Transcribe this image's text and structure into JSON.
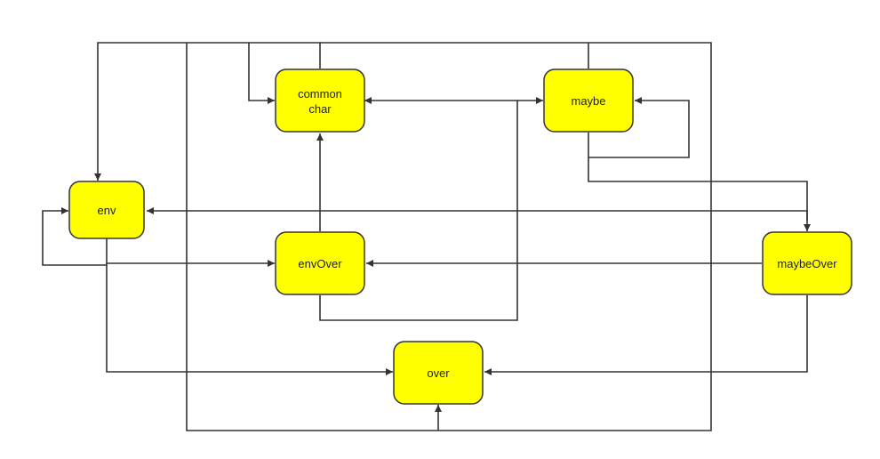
{
  "colors": {
    "node_fill": "#ffff00",
    "node_stroke": "#333333",
    "edge": "#333333",
    "background": "#ffffff"
  },
  "nodes": [
    {
      "id": "common-char",
      "lines": [
        "common",
        "char"
      ]
    },
    {
      "id": "maybe",
      "lines": [
        "maybe"
      ]
    },
    {
      "id": "env",
      "lines": [
        "env"
      ]
    },
    {
      "id": "env-over",
      "lines": [
        "envOver"
      ]
    },
    {
      "id": "maybe-over",
      "lines": [
        "maybeOver"
      ]
    },
    {
      "id": "over",
      "lines": [
        "over"
      ]
    }
  ],
  "edges": [
    {
      "from": "env",
      "to": "env",
      "label": ""
    },
    {
      "from": "env",
      "to": "env-over",
      "label": ""
    },
    {
      "from": "env",
      "to": "over",
      "label": ""
    },
    {
      "from": "env-over",
      "to": "common-char",
      "label": ""
    },
    {
      "from": "env-over",
      "to": "common-char",
      "label": ""
    },
    {
      "from": "env-over",
      "to": "maybe",
      "label": ""
    },
    {
      "from": "common-char",
      "to": "env",
      "label": ""
    },
    {
      "from": "common-char",
      "to": "maybe",
      "label": ""
    },
    {
      "from": "maybe",
      "to": "common-char",
      "label": ""
    },
    {
      "from": "maybe",
      "to": "maybe",
      "label": ""
    },
    {
      "from": "maybe",
      "to": "maybe-over",
      "label": ""
    },
    {
      "from": "maybe-over",
      "to": "env",
      "label": ""
    },
    {
      "from": "maybe-over",
      "to": "env-over",
      "label": ""
    },
    {
      "from": "maybe-over",
      "to": "over",
      "label": ""
    },
    {
      "from": "maybe",
      "to": "over",
      "label": ""
    }
  ]
}
